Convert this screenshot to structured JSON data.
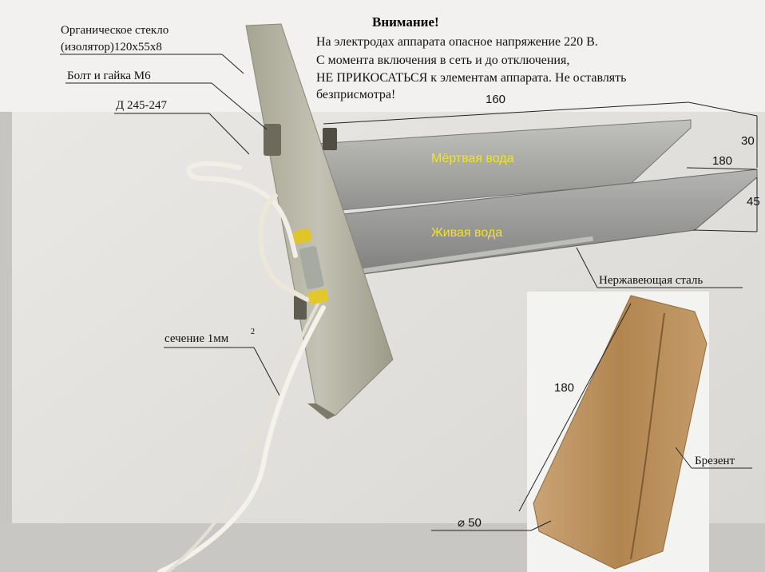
{
  "labels": {
    "plexiglass_line1": "Органическое стекло",
    "plexiglass_line2": "(изолятор)120х55х8",
    "bolt_nut": "Болт и гайка М6",
    "diode": "Д 245-247",
    "cross_section": "сечение 1мм",
    "cross_section_sup": "2",
    "stainless": "Нержавеющая сталь",
    "tarp": "Брезент",
    "dead_water": "Мёртвая вода",
    "live_water": "Живая вода"
  },
  "warning": {
    "title": "Внимание!",
    "lines": [
      "На электродах аппарата опасное напряжение 220 В.",
      "С момента включения в сеть и до отключения,",
      "НЕ ПРИКОСАТЬСЯ к элементам аппарата. Не оставлять",
      "безприсмотра!"
    ]
  },
  "dimensions": {
    "plate_length": "160",
    "plate_width_30": "30",
    "plate_180": "180",
    "plate_45": "45",
    "bag_length": "180",
    "bag_diameter": "⌀ 50"
  },
  "colors": {
    "label_yellow": "#f3e324",
    "background": "#e9e7e4",
    "steel": "#a9aaa7",
    "plexi": "#b8b6a6",
    "canvas_bag": "#b98e5f"
  }
}
